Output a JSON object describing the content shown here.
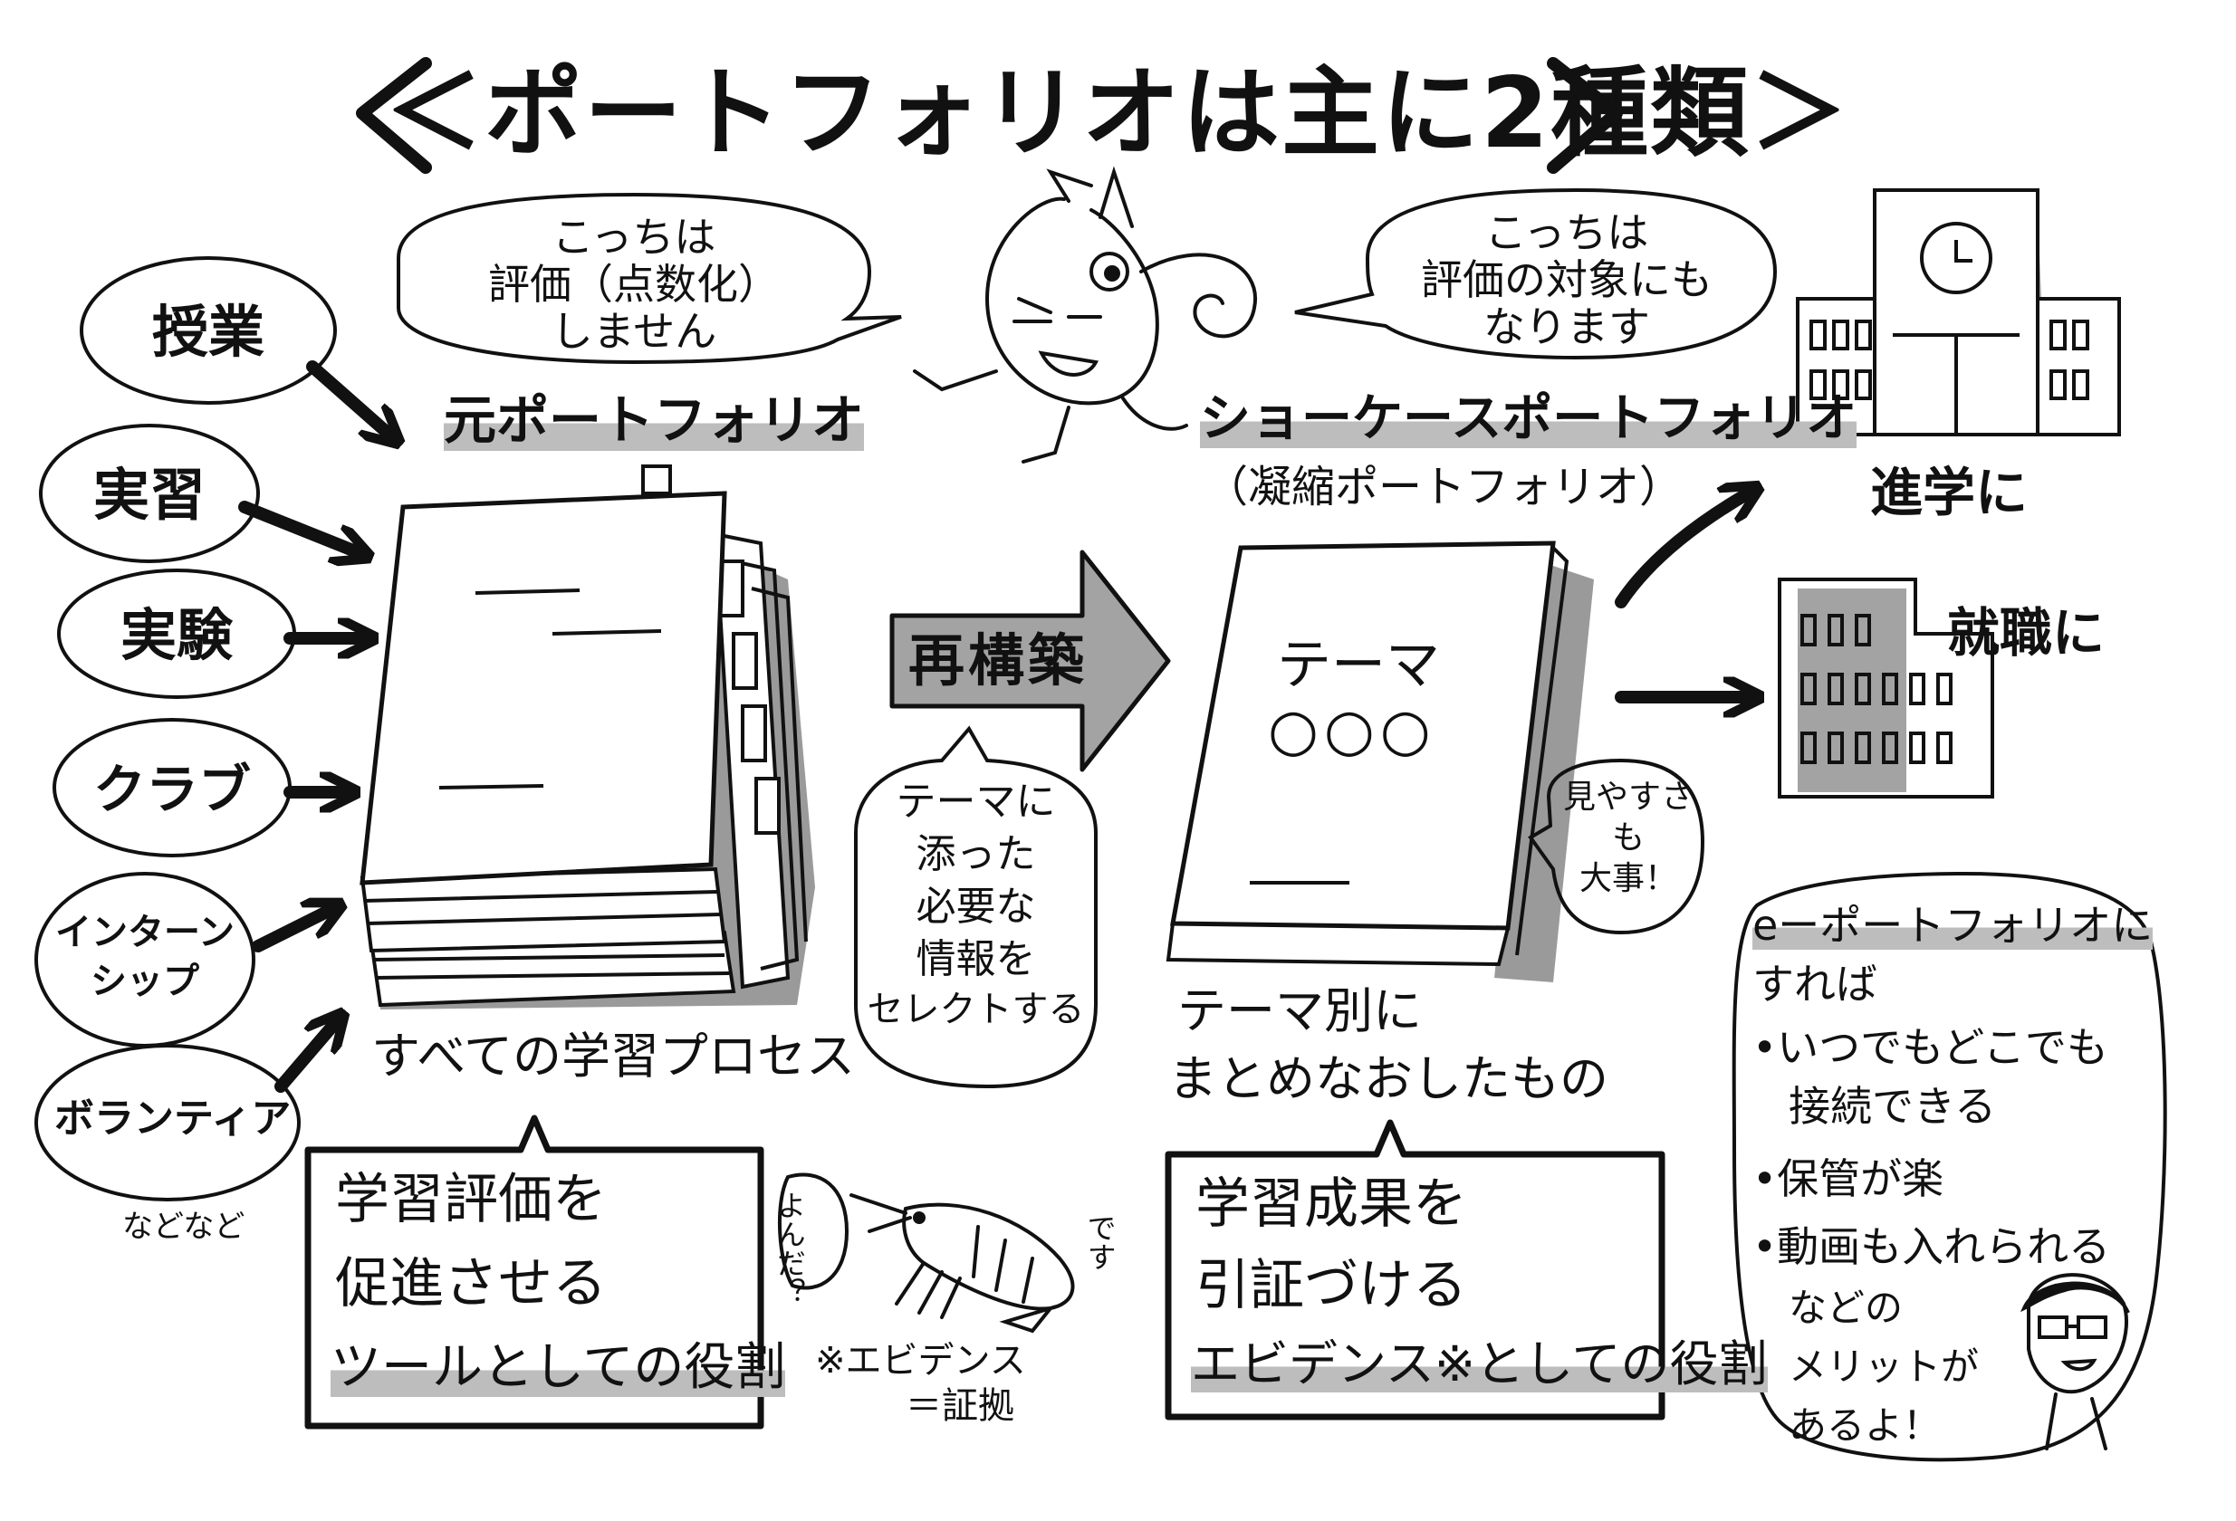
{
  "title": "＜ポートフォリオは主に2種類＞",
  "sources": {
    "items": [
      "授業",
      "実習",
      "実験",
      "クラブ",
      "インターン\nシップ",
      "ボランティア"
    ],
    "etc": "などなど"
  },
  "left_bubble": [
    "こっちは",
    "評価（点数化）",
    "しません"
  ],
  "right_bubble": [
    "こっちは",
    "評価の対象にも",
    "なります"
  ],
  "original_portfolio": {
    "heading": "元ポートフォリオ",
    "caption": "すべての学習プロセス",
    "role_box": [
      "学習評価を",
      "促進させる",
      "ツールとしての役割"
    ]
  },
  "rebuild": {
    "arrow_label": "再構築",
    "note": [
      "テーマに",
      "添った",
      "必要な",
      "情報を",
      "セレクトする"
    ]
  },
  "showcase_portfolio": {
    "heading": "ショーケースポートフォリオ",
    "subheading": "（凝縮ポートフォリオ）",
    "book_title": "テーマ",
    "book_circles": "○○○",
    "caption": [
      "テーマ別に",
      "まとめなおしたもの"
    ],
    "side_note": [
      "見やすさ",
      "も",
      "大事！"
    ],
    "role_box": [
      "学習成果を",
      "引証づける",
      "エビデンス※としての役割"
    ]
  },
  "destinations": {
    "school": "進学に",
    "job": "就職に"
  },
  "shrimp": {
    "speech": "よんだ？",
    "desu": "です",
    "footnote": [
      "※エビデンス",
      "＝証拠"
    ]
  },
  "e_portfolio": {
    "lines": [
      "eーポートフォリオに",
      "すれば",
      "•いつでもどこでも",
      "接続できる",
      "•保管が楽",
      "•動画も入れられる",
      "などの",
      "メリットが",
      "あるよ！"
    ]
  },
  "colors": {
    "ink": "#111111",
    "shade": "#a9a9a9",
    "highlight": "#bdbdbd",
    "paper": "#ffffff"
  }
}
